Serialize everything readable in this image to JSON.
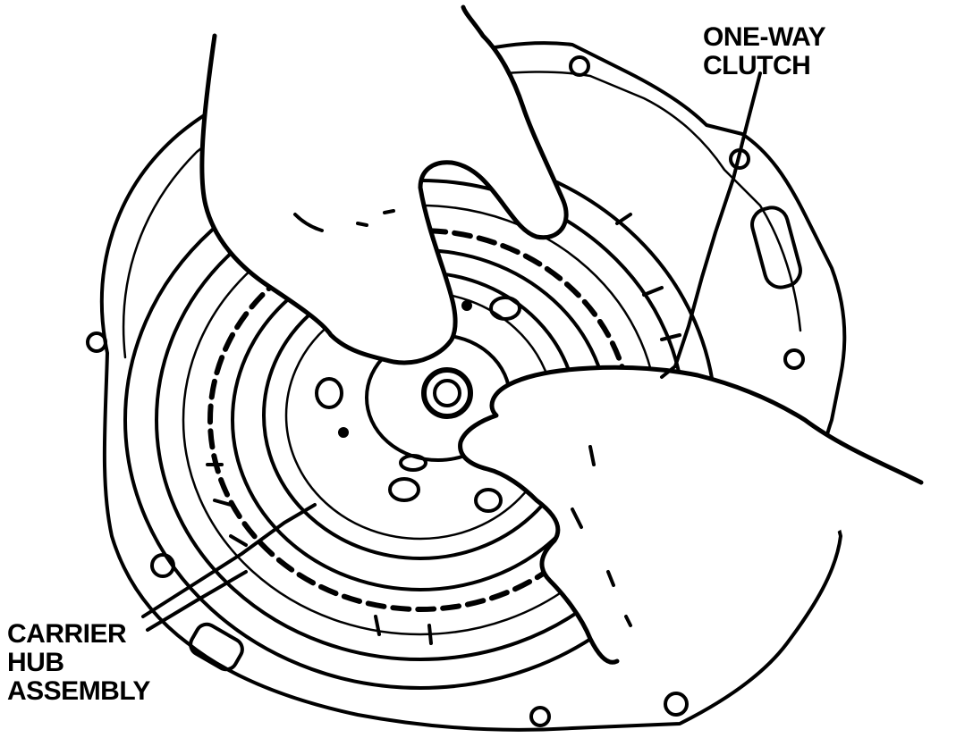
{
  "labels": {
    "one_way_clutch": [
      "ONE-WAY",
      "CLUTCH"
    ],
    "carrier_hub_assembly": [
      "CARRIER",
      "HUB",
      "ASSEMBLY"
    ]
  },
  "colors": {
    "ink": "#000000",
    "paper": "#ffffff"
  }
}
